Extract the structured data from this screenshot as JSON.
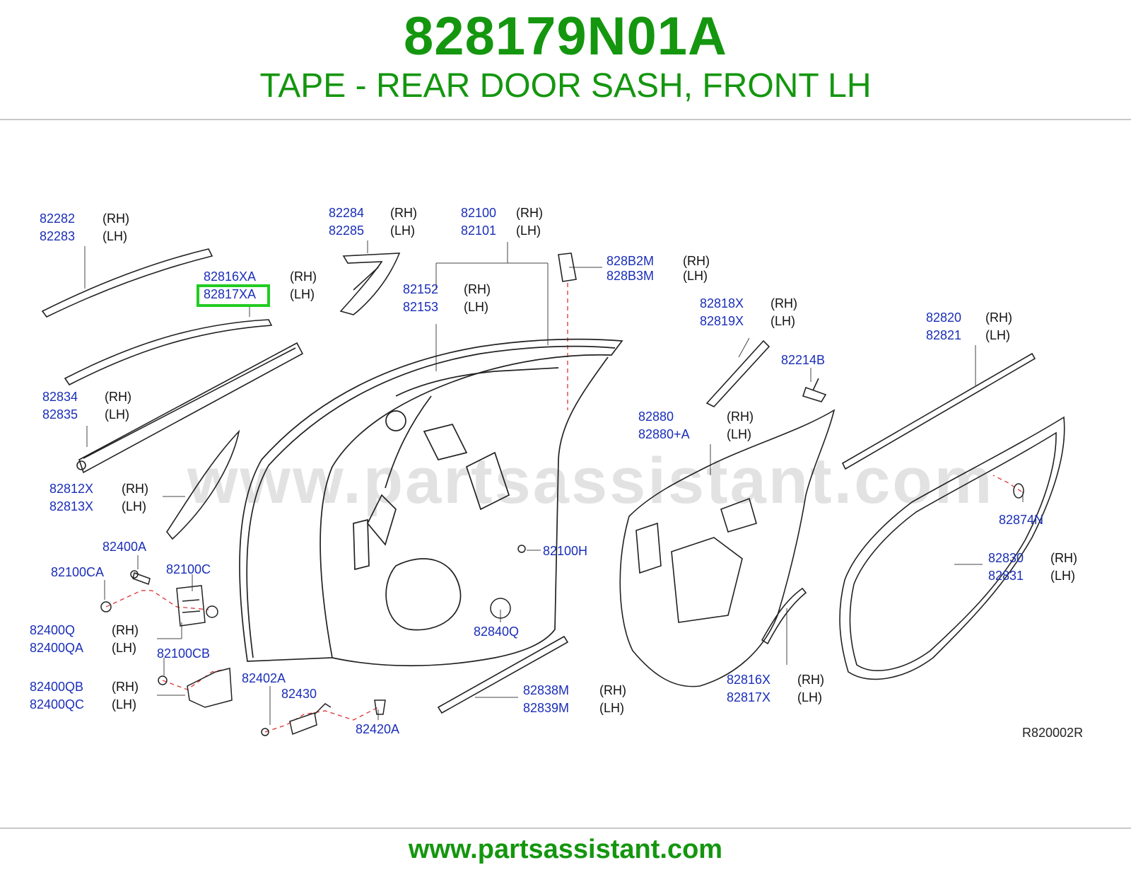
{
  "header": {
    "part_number": "828179N01A",
    "description": "TAPE - REAR DOOR SASH, FRONT LH"
  },
  "footer": {
    "website": "www.partsassistant.com"
  },
  "watermark": "www.partsassistant.com",
  "diagram_ref": "R820002R",
  "colors": {
    "brand_green": "#14960f",
    "part_blue": "#1a2eb8",
    "highlight": "#22cc22"
  },
  "labels": {
    "p82282": "82282",
    "p82283": "82283",
    "p82816XA": "82816XA",
    "p82817XA": "82817XA",
    "p82834": "82834",
    "p82835": "82835",
    "p82812X": "82812X",
    "p82813X": "82813X",
    "p82400A": "82400A",
    "p82100CA": "82100CA",
    "p82100C": "82100C",
    "p82400Q": "82400Q",
    "p82400QA": "82400QA",
    "p82100CB": "82100CB",
    "p82400QB": "82400QB",
    "p82400QC": "82400QC",
    "p82402A": "82402A",
    "p82430": "82430",
    "p82420A": "82420A",
    "p82284": "82284",
    "p82285": "82285",
    "p82100": "82100",
    "p82101": "82101",
    "p82152": "82152",
    "p82153": "82153",
    "p828B2M": "828B2M",
    "p828B3M": "828B3M",
    "p82818X": "82818X",
    "p82819X": "82819X",
    "p82214B": "82214B",
    "p82880": "82880",
    "p82880A": "82880+A",
    "p82820": "82820",
    "p82821": "82821",
    "p82874N": "82874N",
    "p82100H": "82100H",
    "p82840Q": "82840Q",
    "p82830": "82830",
    "p82831": "82831",
    "p82816X": "82816X",
    "p82817X": "82817X",
    "p82838M": "82838M",
    "p82839M": "82839M"
  },
  "sides": {
    "rh": "(RH)",
    "lh": "(LH)"
  }
}
